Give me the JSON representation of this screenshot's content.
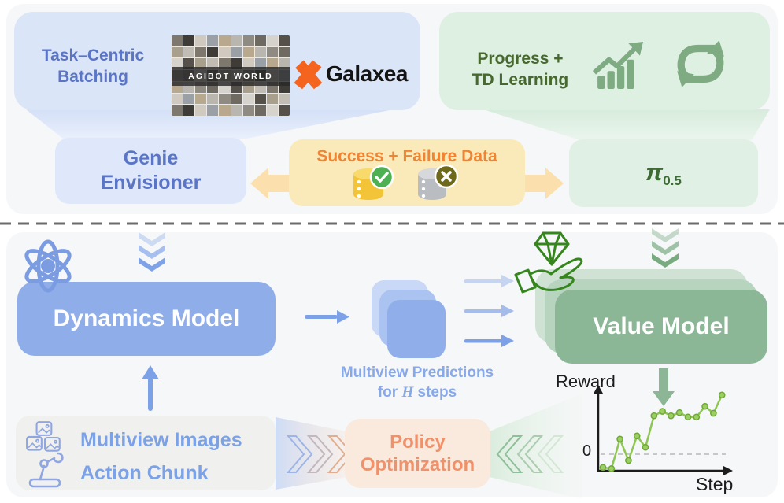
{
  "top": {
    "task_panel": {
      "line1": "Task–Centric",
      "line2": "Batching",
      "agibot_label": "AGIBOT WORLD",
      "galaxea_label": "Galaxea"
    },
    "learning_panel": {
      "line1": "Progress +",
      "line2": "TD Learning"
    },
    "genie_box": {
      "line1": "Genie",
      "line2": "Envisioner"
    },
    "data_box": {
      "title": "Success + Failure Data"
    },
    "pi_box": {
      "symbol": "π",
      "subscript": "0.5"
    }
  },
  "bottom": {
    "dynamics_box": {
      "label": "Dynamics Model"
    },
    "predictions_caption": {
      "line1": "Multiview Predictions",
      "line2_prefix": "for ",
      "line2_var": "H",
      "line2_suffix": " steps"
    },
    "value_box": {
      "label": "Value Model"
    },
    "policy_box": {
      "line1": "Policy",
      "line2": "Optimization"
    },
    "input_box": {
      "line1": "Multiview Images",
      "line2": "Action Chunk"
    }
  },
  "icons": {
    "atom": "atom-icon",
    "trend": "trend-up-bars-icon",
    "cycle": "refresh-cycle-icon",
    "success_db": "database-success-icon",
    "failure_db": "database-failure-icon",
    "diamond_hand": "hand-holding-diamond-icon",
    "images": "multiview-images-icon",
    "robot": "robot-arm-icon"
  },
  "colors": {
    "section_bg": "#f6f7f8",
    "blue_panel": "#dbe5f8",
    "green_panel": "#def0e2",
    "blue_accent": "#5a74c6",
    "green_dark": "#47682e",
    "orange": "#f08433",
    "dynamics_blue": "#8fade9",
    "value_green": "#8cb797",
    "policy_peach": "#fae9dd",
    "policy_orange": "#ef916a",
    "yellow_box": "#faeab9",
    "chart_line": "#8dc653",
    "galaxea_orange": "#f4641e"
  },
  "chart_data": {
    "type": "line",
    "title": "",
    "xlabel": "Step",
    "ylabel": "Reward",
    "zero_label": "0",
    "x": [
      1,
      2,
      3,
      4,
      5,
      6,
      7,
      8,
      9,
      10,
      11,
      12,
      13,
      14,
      15
    ],
    "series": [
      {
        "name": "reward",
        "values": [
          -0.21,
          -0.23,
          0.24,
          -0.1,
          0.29,
          0.11,
          0.61,
          0.68,
          0.61,
          0.66,
          0.59,
          0.59,
          0.76,
          0.65,
          0.94
        ]
      }
    ],
    "ylim": [
      -0.4,
      1.1
    ],
    "grid": false,
    "zero_line": "dashed",
    "legend": "none"
  }
}
